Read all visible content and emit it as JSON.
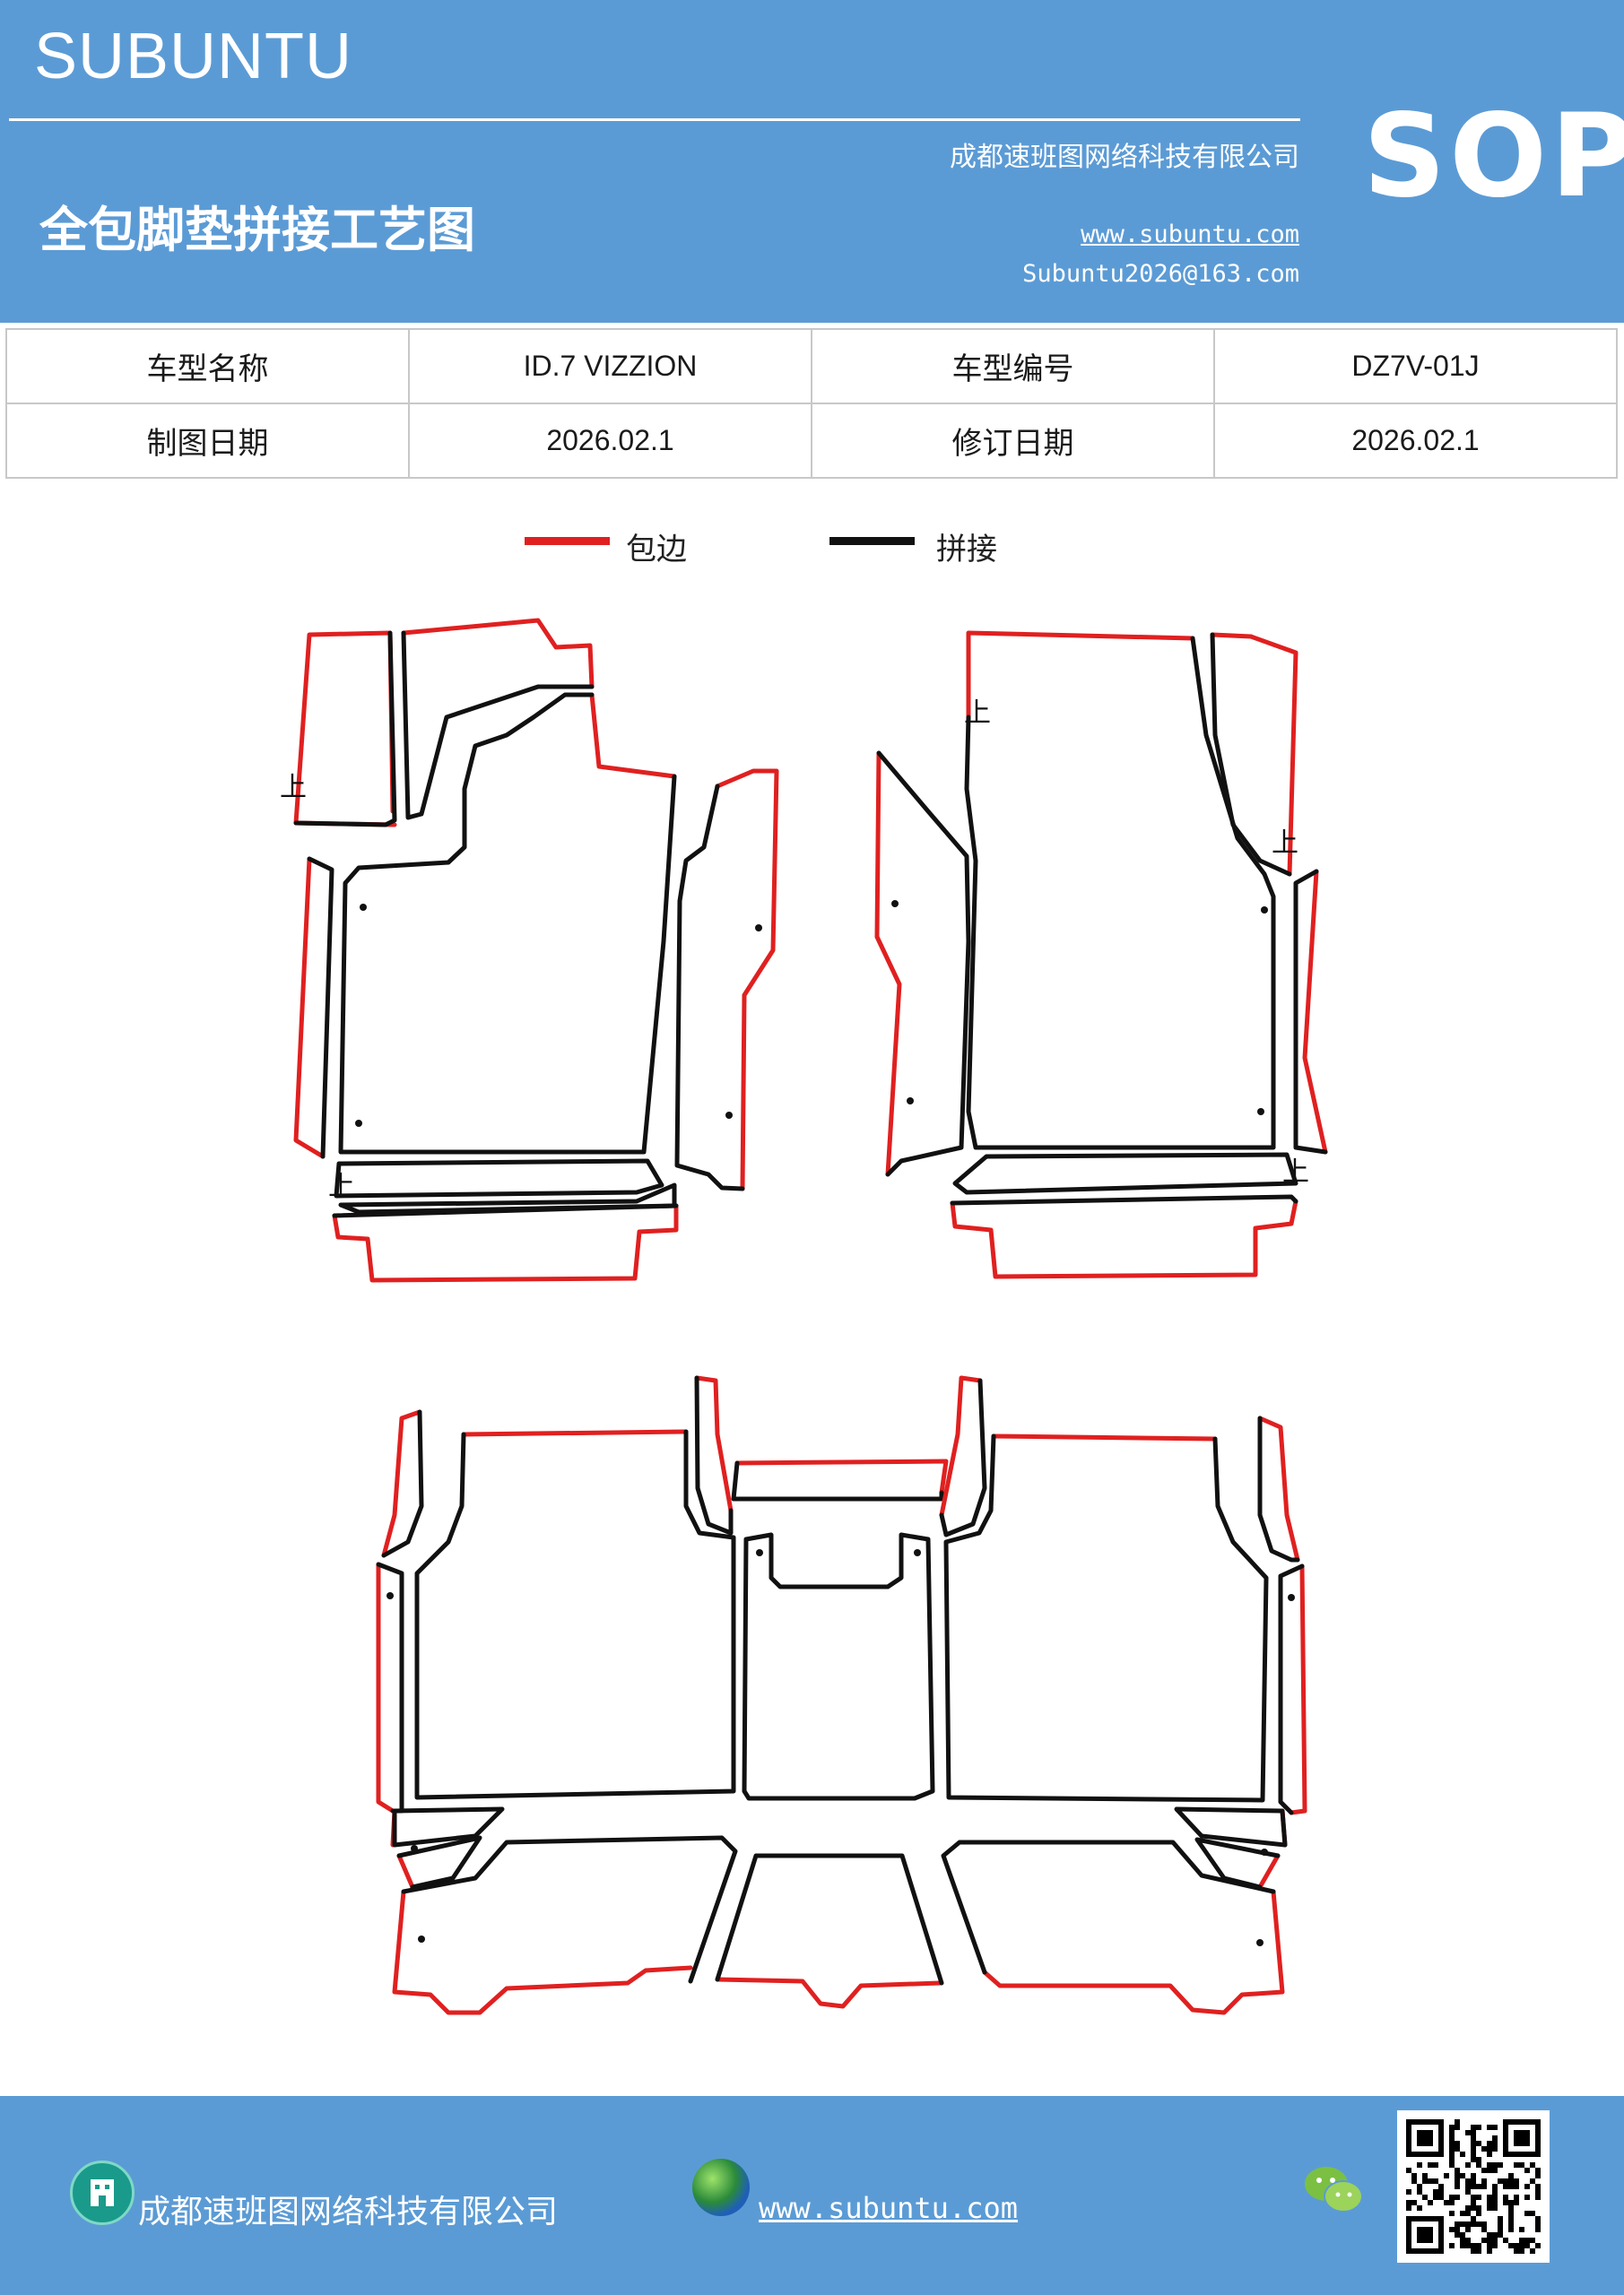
{
  "header": {
    "brand": "SUBUNTU",
    "company": "成都速班图网络科技有限公司",
    "title": "全包脚垫拼接工艺图",
    "website": "www.subuntu.com",
    "email": "Subuntu2026@163.com",
    "badge": "SOP"
  },
  "info_table": {
    "rows": [
      {
        "label1": "车型名称",
        "value1": "ID.7  VIZZION",
        "label2": "车型编号",
        "value2": "DZ7V-01J"
      },
      {
        "label1": "制图日期",
        "value1": "2026.02.1",
        "label2": "修订日期",
        "value2": "2026.02.1"
      }
    ]
  },
  "legend": {
    "items": [
      {
        "label": "包边",
        "color": "#e02020"
      },
      {
        "label": "拼接",
        "color": "#111111"
      }
    ]
  },
  "drawing": {
    "up_mark": "上",
    "edge_color": "#e02020",
    "seam_color": "#111111"
  },
  "footer": {
    "company": "成都速班图网络科技有限公司",
    "website": "www.subuntu.com",
    "icons": [
      "building-icon",
      "globe-icon",
      "wechat-icon",
      "qr-code"
    ]
  }
}
